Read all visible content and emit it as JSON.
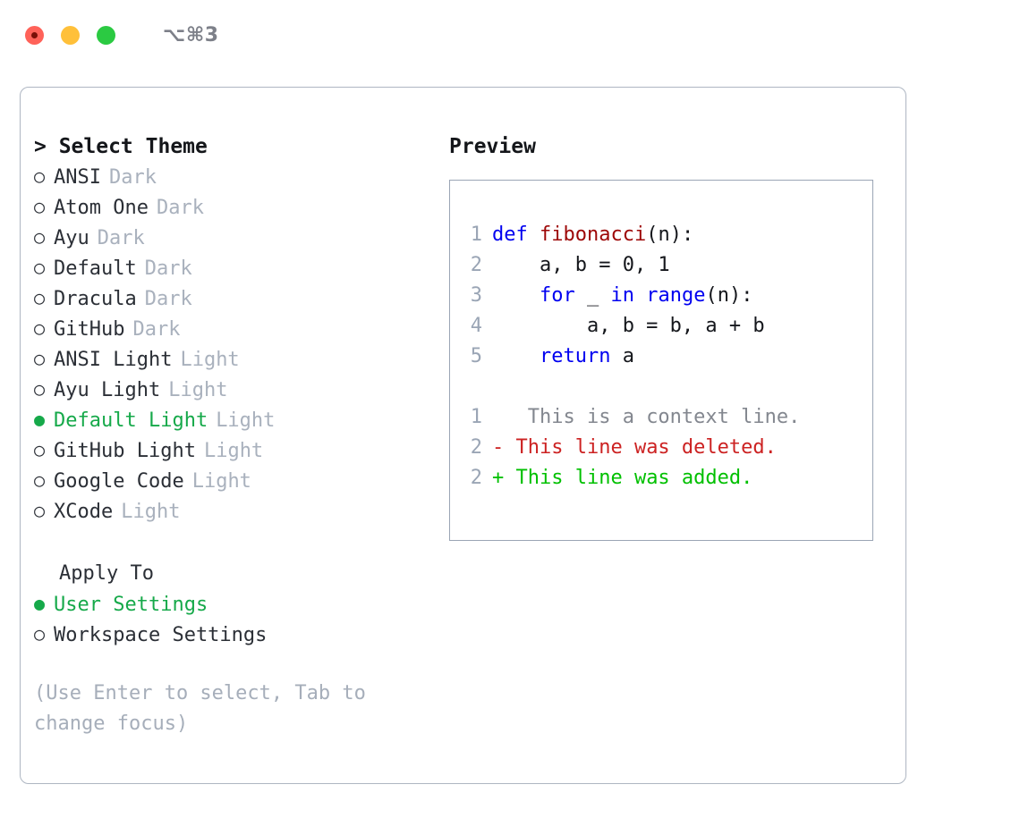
{
  "window": {
    "shortcut": "⌥⌘3",
    "traffic_lights": [
      {
        "name": "close",
        "color": "#ff6259"
      },
      {
        "name": "minimize",
        "color": "#ffc03a"
      },
      {
        "name": "zoom",
        "color": "#2bca42"
      }
    ]
  },
  "theme_panel": {
    "header": "> Select Theme",
    "caret": ">",
    "header_text": "Select Theme",
    "bullet_unselected": "○",
    "bullet_selected": "●",
    "items": [
      {
        "label": "ANSI",
        "tag": "Dark",
        "selected": false
      },
      {
        "label": "Atom One",
        "tag": "Dark",
        "selected": false
      },
      {
        "label": "Ayu",
        "tag": "Dark",
        "selected": false
      },
      {
        "label": "Default",
        "tag": "Dark",
        "selected": false
      },
      {
        "label": "Dracula",
        "tag": "Dark",
        "selected": false
      },
      {
        "label": "GitHub",
        "tag": "Dark",
        "selected": false
      },
      {
        "label": "ANSI Light",
        "tag": "Light",
        "selected": false
      },
      {
        "label": "Ayu Light",
        "tag": "Light",
        "selected": false
      },
      {
        "label": "Default Light",
        "tag": "Light",
        "selected": true
      },
      {
        "label": "GitHub Light",
        "tag": "Light",
        "selected": false
      },
      {
        "label": "Google Code",
        "tag": "Light",
        "selected": false
      },
      {
        "label": "XCode",
        "tag": "Light",
        "selected": false
      }
    ]
  },
  "apply_to": {
    "header": "Apply To",
    "items": [
      {
        "label": "User Settings",
        "selected": true
      },
      {
        "label": "Workspace Settings",
        "selected": false
      }
    ]
  },
  "hint": "(Use Enter to select, Tab to change focus)",
  "preview": {
    "header": "Preview",
    "code_lines": [
      {
        "ln": "1",
        "segments": [
          {
            "t": "def ",
            "c": "kw"
          },
          {
            "t": "fibonacci",
            "c": "fn"
          },
          {
            "t": "(n):",
            "c": "code-txt"
          }
        ]
      },
      {
        "ln": "2",
        "segments": [
          {
            "t": "    a, b = 0, 1",
            "c": "code-txt"
          }
        ]
      },
      {
        "ln": "3",
        "segments": [
          {
            "t": "    ",
            "c": "code-txt"
          },
          {
            "t": "for",
            "c": "kw"
          },
          {
            "t": " _ ",
            "c": "code-txt"
          },
          {
            "t": "in range",
            "c": "kw"
          },
          {
            "t": "(n):",
            "c": "code-txt"
          }
        ]
      },
      {
        "ln": "4",
        "segments": [
          {
            "t": "        a, b = b, a + b",
            "c": "code-txt"
          }
        ]
      },
      {
        "ln": "5",
        "segments": [
          {
            "t": "    ",
            "c": "code-txt"
          },
          {
            "t": "return",
            "c": "kw"
          },
          {
            "t": " a",
            "c": "code-txt"
          }
        ]
      }
    ],
    "diff_lines": [
      {
        "ln": "1",
        "marker": " ",
        "text": "  This is a context line.",
        "kind": "diff-ctx"
      },
      {
        "ln": "2",
        "marker": "-",
        "text": " This line was deleted.",
        "kind": "diff-del"
      },
      {
        "ln": "2",
        "marker": "+",
        "text": " This line was added.",
        "kind": "diff-add"
      }
    ]
  },
  "colors": {
    "accent_green": "#16a94a",
    "diff_add": "#00c000",
    "diff_del": "#cc2222",
    "keyword_blue": "#0000f0",
    "function_red": "#9d0707",
    "muted_gray": "#a9b1bd",
    "border": "#aeb6c2"
  }
}
